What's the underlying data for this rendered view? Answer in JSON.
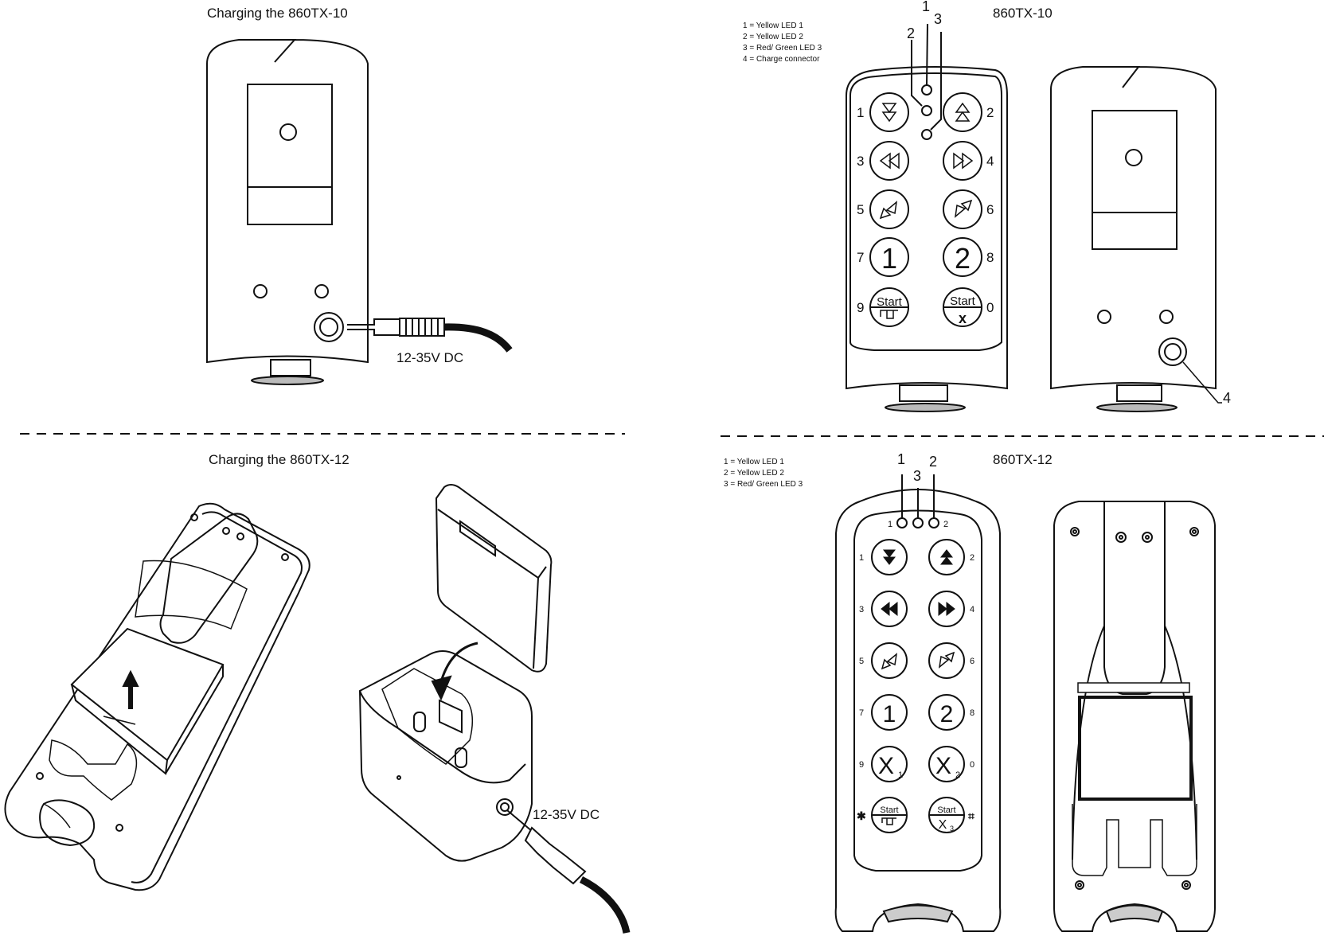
{
  "q1": {
    "title": "Charging the 860TX-10",
    "voltage": "12-35V DC"
  },
  "q2": {
    "title": "860TX-10",
    "legend": [
      "1 = Yellow LED 1",
      "2 = Yellow LED 2",
      "3 = Red/ Green LED 3",
      "4 = Charge connector"
    ],
    "callouts": [
      "1",
      "2",
      "3",
      "4"
    ],
    "key_numbers_left": [
      "1",
      "3",
      "5",
      "7",
      "9"
    ],
    "key_numbers_right": [
      "2",
      "4",
      "6",
      "8",
      "0"
    ],
    "big_keys": [
      "1",
      "2"
    ],
    "start_label": "Start",
    "start_x": "x"
  },
  "q3": {
    "title": "Charging the 860TX-12",
    "voltage": "12-35V DC"
  },
  "q4": {
    "title": "860TX-12",
    "legend": [
      "1 = Yellow LED 1",
      "2 = Yellow LED 2",
      "3 = Red/ Green LED 3"
    ],
    "callouts": [
      "1",
      "3",
      "2"
    ],
    "led_labels": [
      "1",
      "2"
    ],
    "key_numbers_left": [
      "1",
      "3",
      "5",
      "7",
      "9",
      "✱"
    ],
    "key_numbers_right": [
      "2",
      "4",
      "6",
      "8",
      "0",
      "⌗"
    ],
    "big_keys": [
      "1",
      "2"
    ],
    "x_keys": [
      "X",
      "X"
    ],
    "x_subscripts": [
      "1",
      "2",
      "3"
    ],
    "start_label": "Start"
  }
}
